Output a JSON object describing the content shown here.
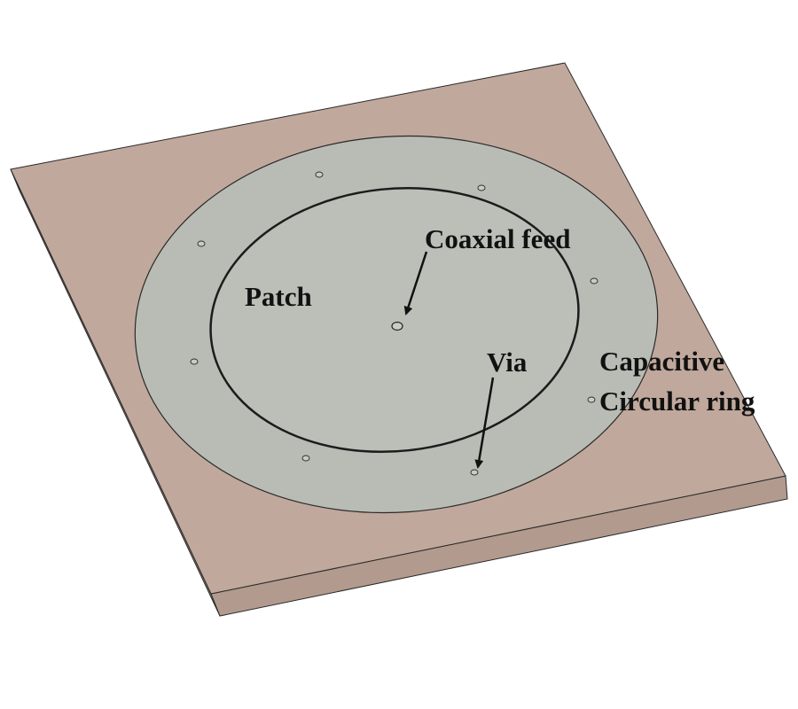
{
  "diagram": {
    "title": "Antenna structure",
    "labels": {
      "coaxial_feed": "Coaxial feed",
      "patch": "Patch",
      "via": "Via",
      "capacitive_line1": "Capacitive",
      "capacitive_line2": "Circular ring"
    },
    "colors": {
      "substrate_top": "#c0a89c",
      "substrate_front": "#b29a8e",
      "substrate_side": "#a28a80",
      "ring": "#b9bcb4",
      "outline": "#2a2a2a"
    }
  }
}
